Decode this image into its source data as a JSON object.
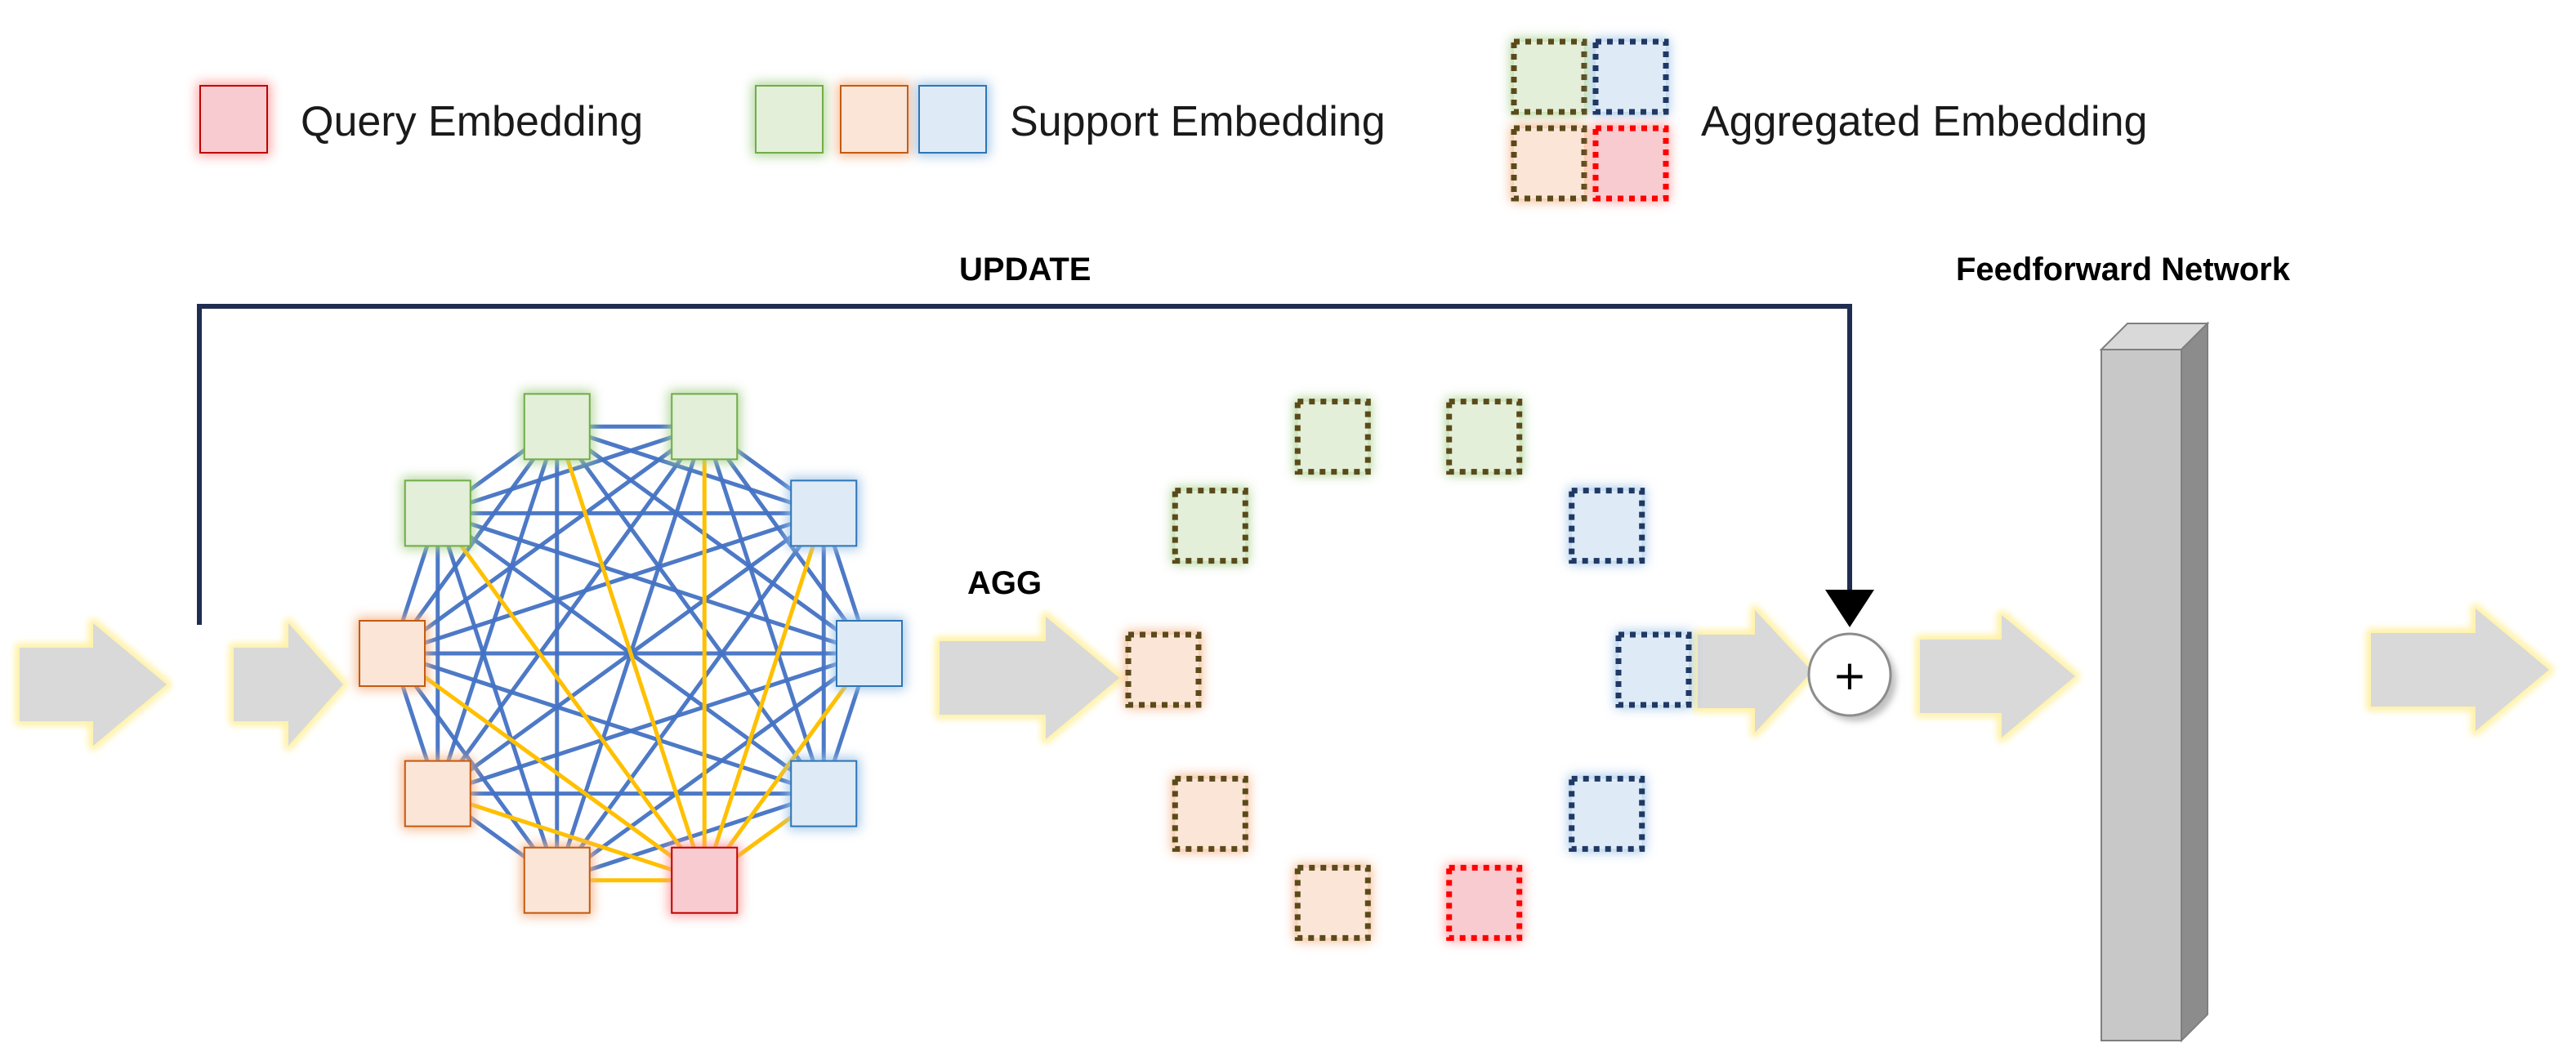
{
  "legend": {
    "query_label": "Query Embedding",
    "support_label": "Support Embedding",
    "aggregated_label": "Aggregated Embedding"
  },
  "labels": {
    "update": "UPDATE",
    "agg": "AGG",
    "feedforward": "Feedforward Network",
    "plus": "+"
  },
  "colors": {
    "green_fill": "#e3efd9",
    "green_border": "#70ad47",
    "green_glow": "#a9d18e",
    "orange_fill": "#fbe5d6",
    "orange_border": "#c55a11",
    "orange_glow": "#f4b183",
    "blue_fill": "#deebf7",
    "blue_border": "#2e75b6",
    "blue_glow": "#9dc3e6",
    "pink_fill": "#f8cbd0",
    "pink_border": "#c00000",
    "pink_glow": "#ff9999",
    "dotted_dark": "#5a4a1a",
    "dotted_navy": "#1f3864",
    "dotted_red": "#ff0000",
    "edge_blue": "#4472c4",
    "edge_yellow": "#ffc000",
    "update_line": "#1f2d50",
    "arrow_fill": "#d9d9d9",
    "arrow_glow": "#fff2a8"
  },
  "graph": {
    "nodes": [
      "green",
      "green",
      "blue",
      "blue",
      "blue",
      "pink",
      "orange",
      "orange",
      "orange",
      "green"
    ],
    "query_index": 5
  },
  "aggregated_ring": [
    "green",
    "green",
    "blue",
    "blue",
    "blue",
    "red",
    "orange",
    "orange",
    "orange",
    "green"
  ]
}
